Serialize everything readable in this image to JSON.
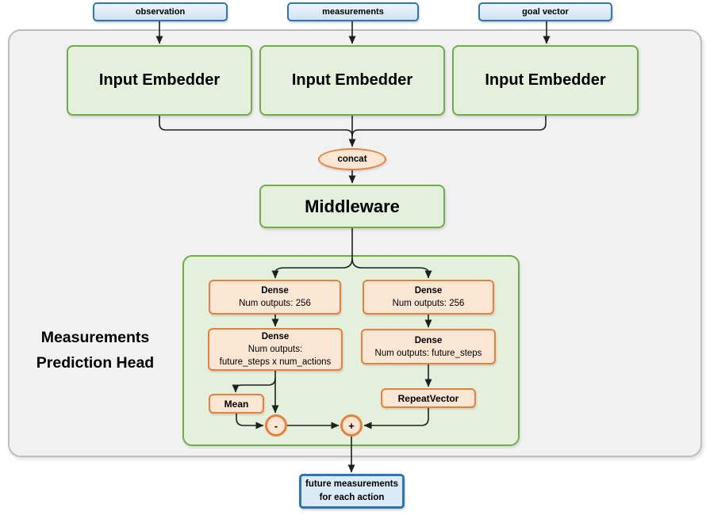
{
  "diagram": {
    "colors": {
      "blue_border": "#2E75B6",
      "blue_fill": "#DCEAF7",
      "green_border": "#6FAE47",
      "green_fill": "#E4EFDC",
      "orange_border": "#ED7D31",
      "orange_fill": "#FBE6D3",
      "gray_container_fill": "#F1F1F2",
      "gray_container_border": "#BFBFBF",
      "connector_line": "#1F1F1F"
    },
    "inputs": [
      {
        "label": "observation"
      },
      {
        "label": "measurements"
      },
      {
        "label": "goal vector"
      }
    ],
    "embedders": [
      "Input Embedder",
      "Input Embedder",
      "Input Embedder"
    ],
    "concat_label": "concat",
    "middleware_label": "Middleware",
    "head": {
      "title": "Measurements Prediction Head",
      "left": {
        "dense1": {
          "title": "Dense",
          "subtitle": "Num outputs: 256"
        },
        "dense2": {
          "title": "Dense",
          "subtitle_lines": [
            "Num outputs:",
            "future_steps x num_actions"
          ]
        },
        "mean_label": "Mean",
        "minus_label": "-"
      },
      "right": {
        "dense1": {
          "title": "Dense",
          "subtitle": "Num outputs: 256"
        },
        "dense2": {
          "title": "Dense",
          "subtitle": "Num outputs: future_steps"
        },
        "repeat_label": "RepeatVector",
        "plus_label": "+"
      }
    },
    "output": {
      "line1": "future measurements",
      "line2": "for each action"
    }
  }
}
